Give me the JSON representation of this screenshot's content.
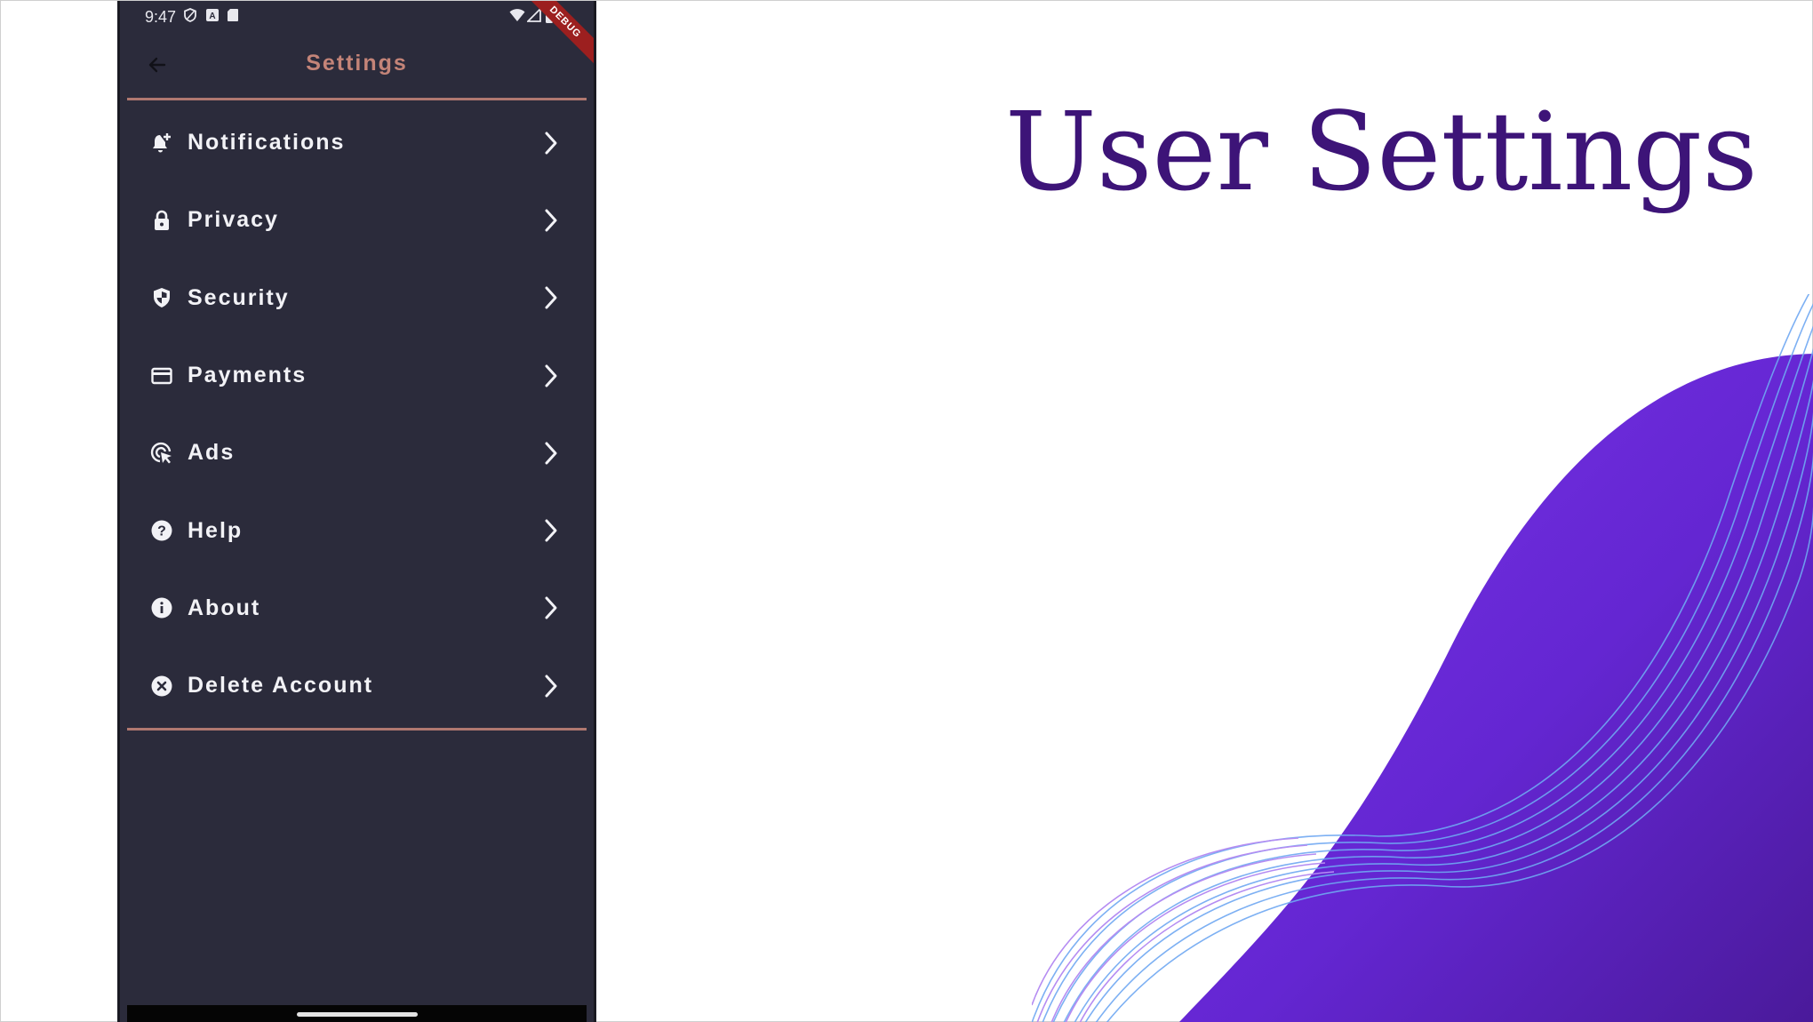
{
  "status_bar": {
    "time": "9:47",
    "debug_label": "DEBUG"
  },
  "app_bar": {
    "title": "Settings"
  },
  "settings_items": [
    {
      "label": "Notifications",
      "icon": "bell-plus-icon"
    },
    {
      "label": "Privacy",
      "icon": "lock-icon"
    },
    {
      "label": "Security",
      "icon": "shield-icon"
    },
    {
      "label": "Payments",
      "icon": "credit-card-icon"
    },
    {
      "label": "Ads",
      "icon": "ads-click-icon"
    },
    {
      "label": "Help",
      "icon": "help-icon"
    },
    {
      "label": "About",
      "icon": "info-icon"
    },
    {
      "label": "Delete Account",
      "icon": "cancel-circle-icon"
    }
  ],
  "slide": {
    "title": "User Settings"
  },
  "colors": {
    "phone_background": "#2b2b3b",
    "app_title": "#c48478",
    "divider": "#b07870",
    "slide_title": "#3d1478",
    "wave_purple": "#6a2ad8"
  }
}
